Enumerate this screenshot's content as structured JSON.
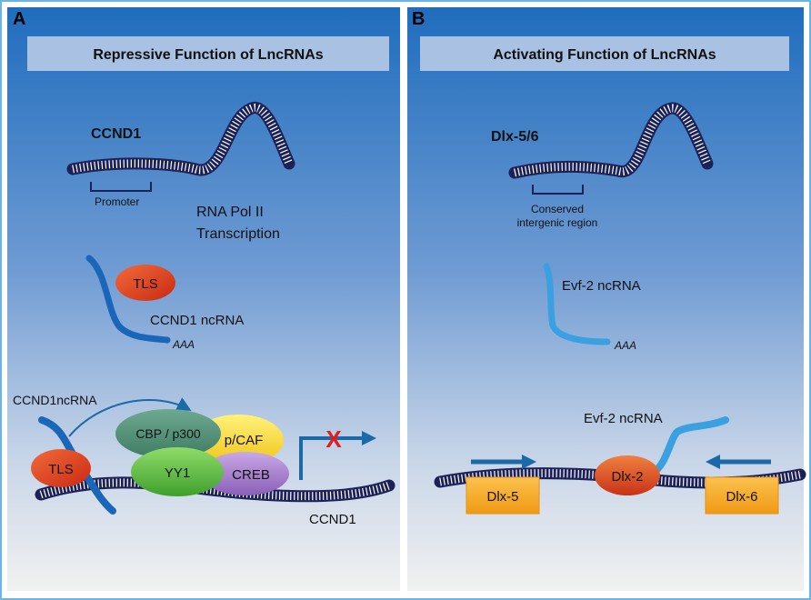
{
  "panel_a": {
    "letter": "A",
    "title": "Repressive Function of LncRNAs",
    "gene_label": "CCND1",
    "promoter_label": "Promoter",
    "pol_line1": "RNA Pol II",
    "pol_line2": "Transcription",
    "tls_label": "TLS",
    "ncrna_label": "CCND1 ncRNA",
    "polya_label": "AAA",
    "ncrna_arrow_label": "CCND1ncRNA",
    "tls2_label": "TLS",
    "cbp_label": "CBP / p300",
    "pcaf_label": "p/CAF",
    "yy1_label": "YY1",
    "creb_label": "CREB",
    "block_mark": "X",
    "bottom_gene_label": "CCND1"
  },
  "panel_b": {
    "letter": "B",
    "title": "Activating Function of LncRNAs",
    "gene_label": "Dlx-5/6",
    "region_line1": "Conserved",
    "region_line2": "intergenic region",
    "evf_label": "Evf-2 ncRNA",
    "polya_label": "AAA",
    "evf_label_2": "Evf-2 ncRNA",
    "dlx5_label": "Dlx-5",
    "dlx2_label": "Dlx-2",
    "dlx6_label": "Dlx-6"
  },
  "colors": {
    "panel_top": "#1f6fbf",
    "panel_bottom": "#f3f3f3",
    "title_box": "#a8c0e0",
    "dna": "#1c2257",
    "ncrna_a": "#1a66b8",
    "ncrna_b": "#3aa0e0",
    "tls": "#e0401e",
    "dlx_box": "#f6a623",
    "arrow": "#1a6aa8",
    "block": "#e41b1b"
  }
}
